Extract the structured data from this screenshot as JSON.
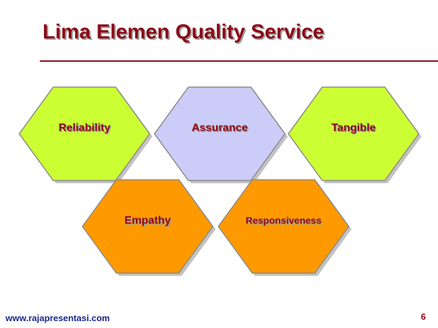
{
  "slide": {
    "title": "Lima Elemen Quality Service",
    "footer_url": "www.rajapresentasi.com",
    "page_number": "6"
  },
  "hexagons": [
    {
      "label": "Reliability",
      "fill": "#ccff33"
    },
    {
      "label": "Assurance",
      "fill": "#ccccf8"
    },
    {
      "label": "Tangible",
      "fill": "#ccff33"
    },
    {
      "label": "Empathy",
      "fill": "#ff9900"
    },
    {
      "label": "Responsiveness",
      "fill": "#ff9900"
    }
  ],
  "colors": {
    "title": "#8b0a16",
    "footer_url": "#1a2a8a",
    "hex_outline": "#8a8a8a",
    "hex_shadow": "#999999"
  }
}
